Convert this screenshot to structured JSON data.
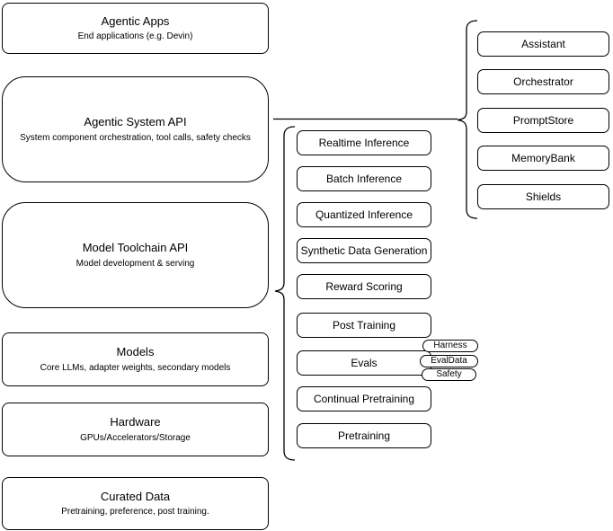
{
  "diagram": {
    "layers": [
      {
        "title": "Agentic Apps",
        "subtitle": "End applications (e.g. Devin)"
      },
      {
        "title": "Agentic System API",
        "subtitle": "System component orchestration, tool calls, safety checks"
      },
      {
        "title": "Model Toolchain API",
        "subtitle": "Model development & serving"
      },
      {
        "title": "Models",
        "subtitle": "Core LLMs, adapter weights, secondary models"
      },
      {
        "title": "Hardware",
        "subtitle": "GPUs/Accelerators/Storage"
      },
      {
        "title": "Curated Data",
        "subtitle": "Pretraining, preference, post training."
      }
    ],
    "toolchain_services": [
      "Realtime Inference",
      "Batch Inference",
      "Quantized Inference",
      "Synthetic Data Generation",
      "Reward Scoring",
      "Post Training",
      "Evals",
      "Continual Pretraining",
      "Pretraining"
    ],
    "eval_components": [
      "Harness",
      "EvalData",
      "Safety"
    ],
    "agentic_system_components": [
      "Assistant",
      "Orchestrator",
      "PromptStore",
      "MemoryBank",
      "Shields"
    ],
    "colors": {
      "stroke": "#000000",
      "fill": "#ffffff"
    }
  }
}
